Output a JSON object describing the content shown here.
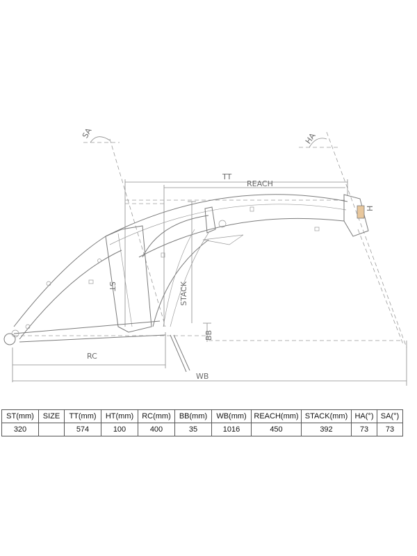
{
  "diagram": {
    "labels": {
      "sa": "SA",
      "ha": "HA",
      "tt": "TT",
      "reach": "REACH",
      "h": "H",
      "st": "ST",
      "stack": "STACK",
      "bb": "BB",
      "rc": "RC",
      "wb": "WB"
    }
  },
  "table": {
    "headers": [
      "ST(mm)",
      "SIZE",
      "TT(mm)",
      "HT(mm)",
      "RC(mm)",
      "BB(mm)",
      "WB(mm)",
      "REACH(mm)",
      "STACK(mm)",
      "HA(°)",
      "SA(°)"
    ],
    "values": [
      "320",
      "",
      "574",
      "100",
      "400",
      "35",
      "1016",
      "450",
      "392",
      "73",
      "73"
    ]
  }
}
